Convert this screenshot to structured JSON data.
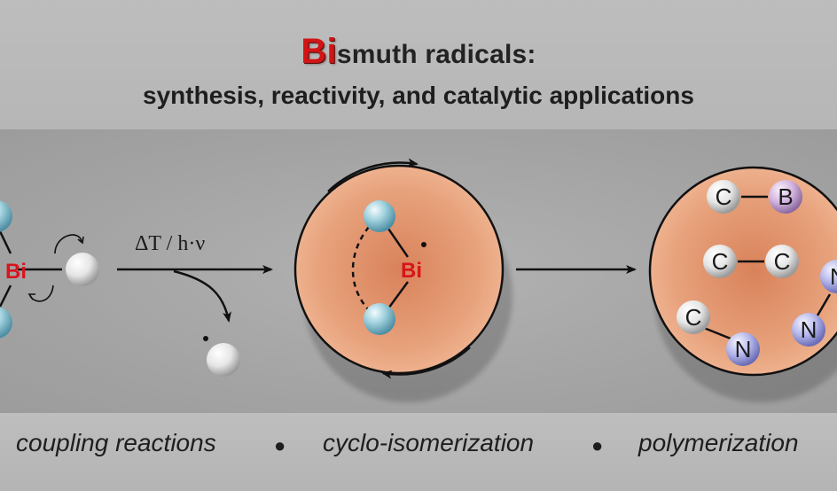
{
  "title": {
    "bi": "Bi",
    "rest": "smuth radicals:",
    "subtitle": "synthesis, reactivity, and catalytic applications"
  },
  "diagram": {
    "center_atom": "Bi",
    "condition_label": "ΔT / h·ν",
    "bond_pairs": [
      {
        "a": "C",
        "b": "B"
      },
      {
        "a": "C",
        "b": "C"
      },
      {
        "a": "C",
        "b": "N"
      },
      {
        "a": "N",
        "b": "N"
      }
    ]
  },
  "footer": {
    "item1": "coupling reactions",
    "item2": "cyclo-isomerization",
    "item3": "polymerization",
    "bullet": "●"
  },
  "colors": {
    "accent_red": "#d21414",
    "sphere_orange": "#e39a72",
    "atom_blue": "#8cc8d8",
    "atom_purple": "#c9a6d4",
    "atom_indigo": "#a7a9e0"
  }
}
